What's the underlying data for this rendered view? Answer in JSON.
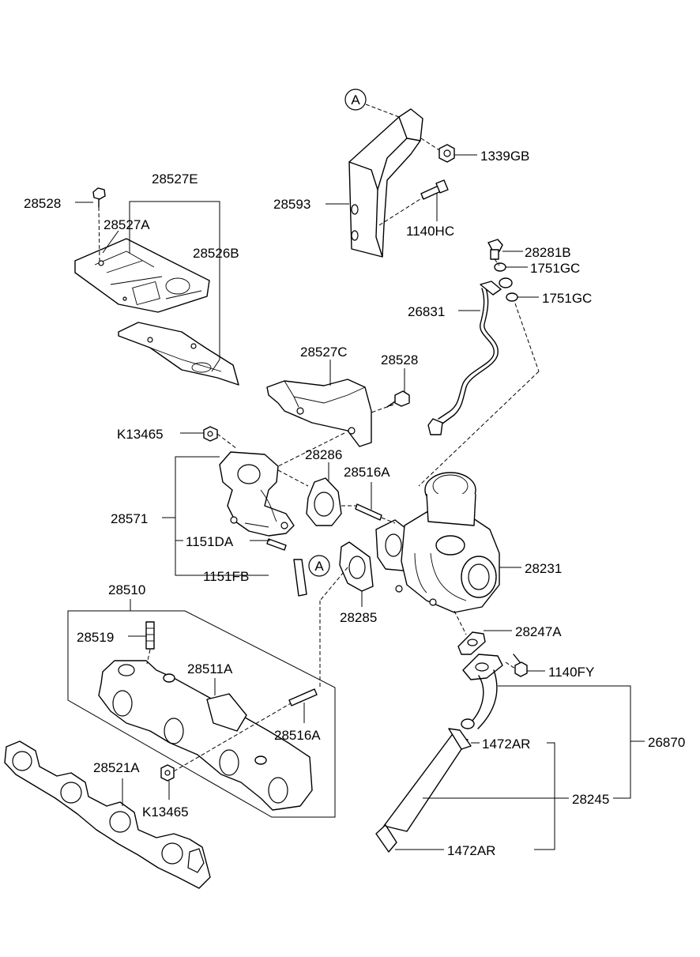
{
  "callouts": {
    "ref_a_top": "A",
    "ref_a_mid": "A"
  },
  "parts": {
    "p1339GB": "1339GB",
    "p28593": "28593",
    "p1140HC": "1140HC",
    "p28527E": "28527E",
    "p28528_a": "28528",
    "p28527A": "28527A",
    "p28526B": "28526B",
    "p28281B": "28281B",
    "p1751GC_a": "1751GC",
    "p1751GC_b": "1751GC",
    "p26831": "26831",
    "p28527C": "28527C",
    "p28528_b": "28528",
    "pK13465_a": "K13465",
    "p28286": "28286",
    "p28516A_a": "28516A",
    "p28571": "28571",
    "p1151DA": "1151DA",
    "p1151FB": "1151FB",
    "p28231": "28231",
    "p28510": "28510",
    "p28285": "28285",
    "p28519": "28519",
    "p28247A": "28247A",
    "p28511A": "28511A",
    "p1140FY": "1140FY",
    "p28516A_b": "28516A",
    "p26870": "26870",
    "p1472AR_a": "1472AR",
    "p28521A": "28521A",
    "p28245": "28245",
    "pK13465_b": "K13465",
    "p1472AR_b": "1472AR"
  }
}
